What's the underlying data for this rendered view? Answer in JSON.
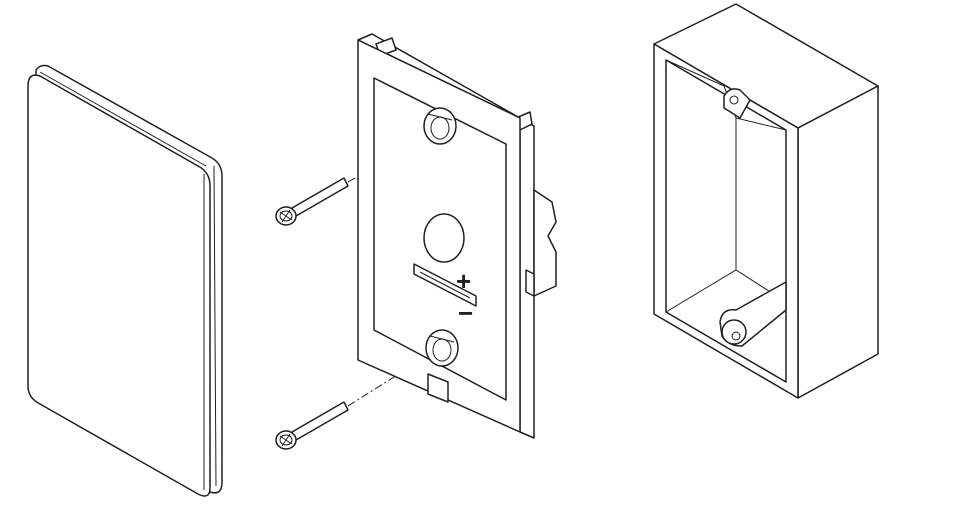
{
  "diagram": {
    "parts": [
      {
        "id": "cover-plate"
      },
      {
        "id": "screws",
        "count": 2
      },
      {
        "id": "mounting-frame",
        "symbols": {
          "plus": "+",
          "minus": "−"
        }
      },
      {
        "id": "back-box"
      }
    ],
    "colors": {
      "line": "#231f20",
      "fill": "#ffffff"
    }
  }
}
